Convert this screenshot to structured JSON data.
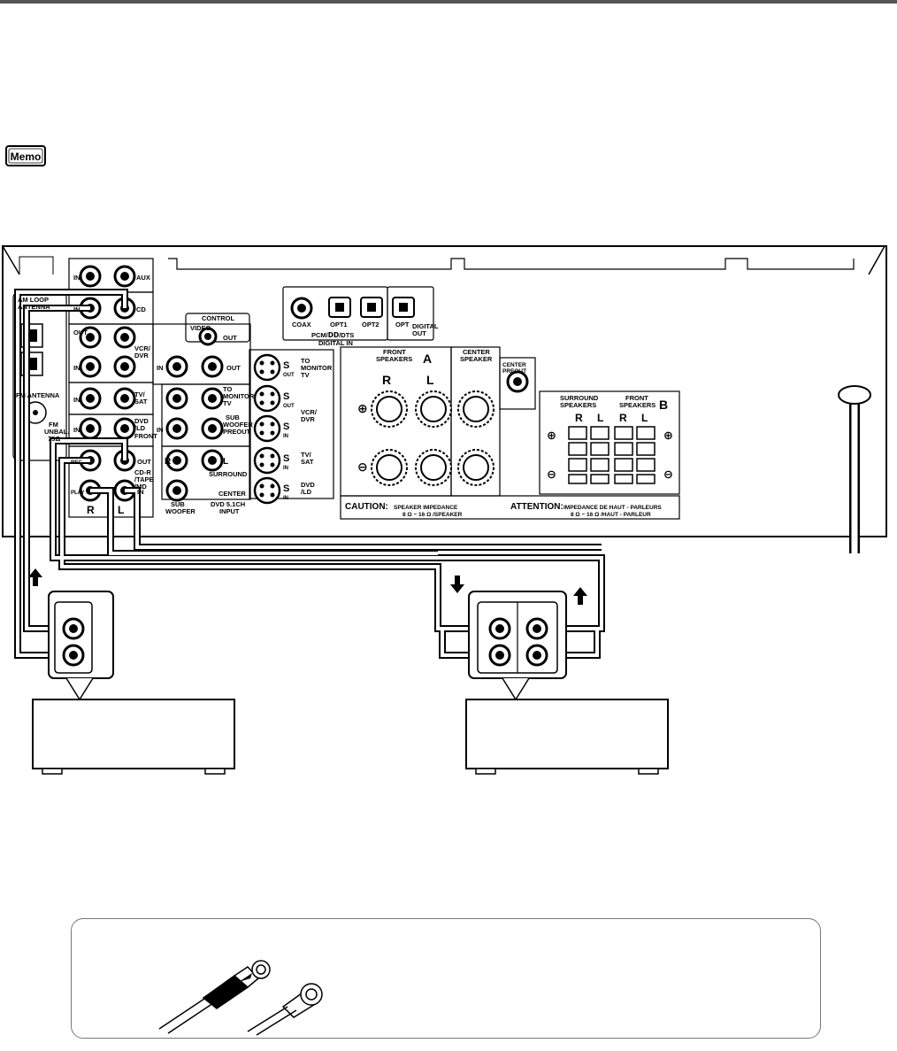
{
  "memo_label": "Memo",
  "labels": {
    "aux": "AUX",
    "cd": "CD",
    "in": "IN",
    "out": "OUT",
    "am_loop_antenna_1": "AM LOOP",
    "am_loop_antenna_2": "ANTENNA",
    "fm_antenna": "FM ANTENNA",
    "fm_unbal_1": "FM",
    "fm_unbal_2": "UNBAL.",
    "fm_unbal_3": "75Ω",
    "vcr_dvr_1": "VCR/",
    "vcr_dvr_2": "DVR",
    "tv_sat_1": "TV/",
    "tv_sat_2": "SAT",
    "dvd_ld_1": "DVD",
    "dvd_ld_2": "/LD",
    "front": "FRONT",
    "rec": "REC",
    "play": "PLAY",
    "cdr_1": "CD-R",
    "cdr_2": "/TAPE",
    "cdr_3": "/MD",
    "r": "R",
    "l": "L",
    "control": "CONTROL",
    "video": "VIDEO",
    "to_monitor_1": "TO",
    "to_monitor_2": "MONITOR",
    "to_monitor_3": "TV",
    "sub_woofer_preout_1": "SUB",
    "sub_woofer_preout_2": "WOOFER",
    "sub_woofer_preout_3": "PREOUT",
    "surround": "SURROUND",
    "center": "CENTER",
    "sub_woofer_1": "SUB",
    "sub_woofer_2": "WOOFER",
    "dvd51_1": "DVD 5.1CH",
    "dvd51_2": "INPUT",
    "s": "S",
    "coax": "COAX",
    "opt1": "OPT1",
    "opt2": "OPT2",
    "opt": "OPT",
    "pcm_dts": "PCM/ⅮⅮ/DTS",
    "digital_in": "DIGITAL IN",
    "digital_out_1": "DIGITAL",
    "digital_out_2": "OUT",
    "front_speakers_1": "FRONT",
    "front_speakers_2": "SPEAKERS",
    "a": "A",
    "b": "B",
    "center_speaker_1": "CENTER",
    "center_speaker_2": "SPEAKER",
    "center_preout_1": "CENTER",
    "center_preout_2": "PREOUT",
    "surround_speakers_1": "SURROUND",
    "surround_speakers_2": "SPEAKERS",
    "caution": "CAUTION:",
    "caution_text_1": "SPEAKER IMPEDANCE",
    "caution_text_2": "8 Ω ~ 16 Ω /SPEAKER",
    "attention": "ATTENTION:",
    "attention_text_1": "IMPEDANCE DE HAUT - PARLEURS",
    "attention_text_2": "8 Ω ~ 16 Ω /HAUT - PARLEUR"
  }
}
